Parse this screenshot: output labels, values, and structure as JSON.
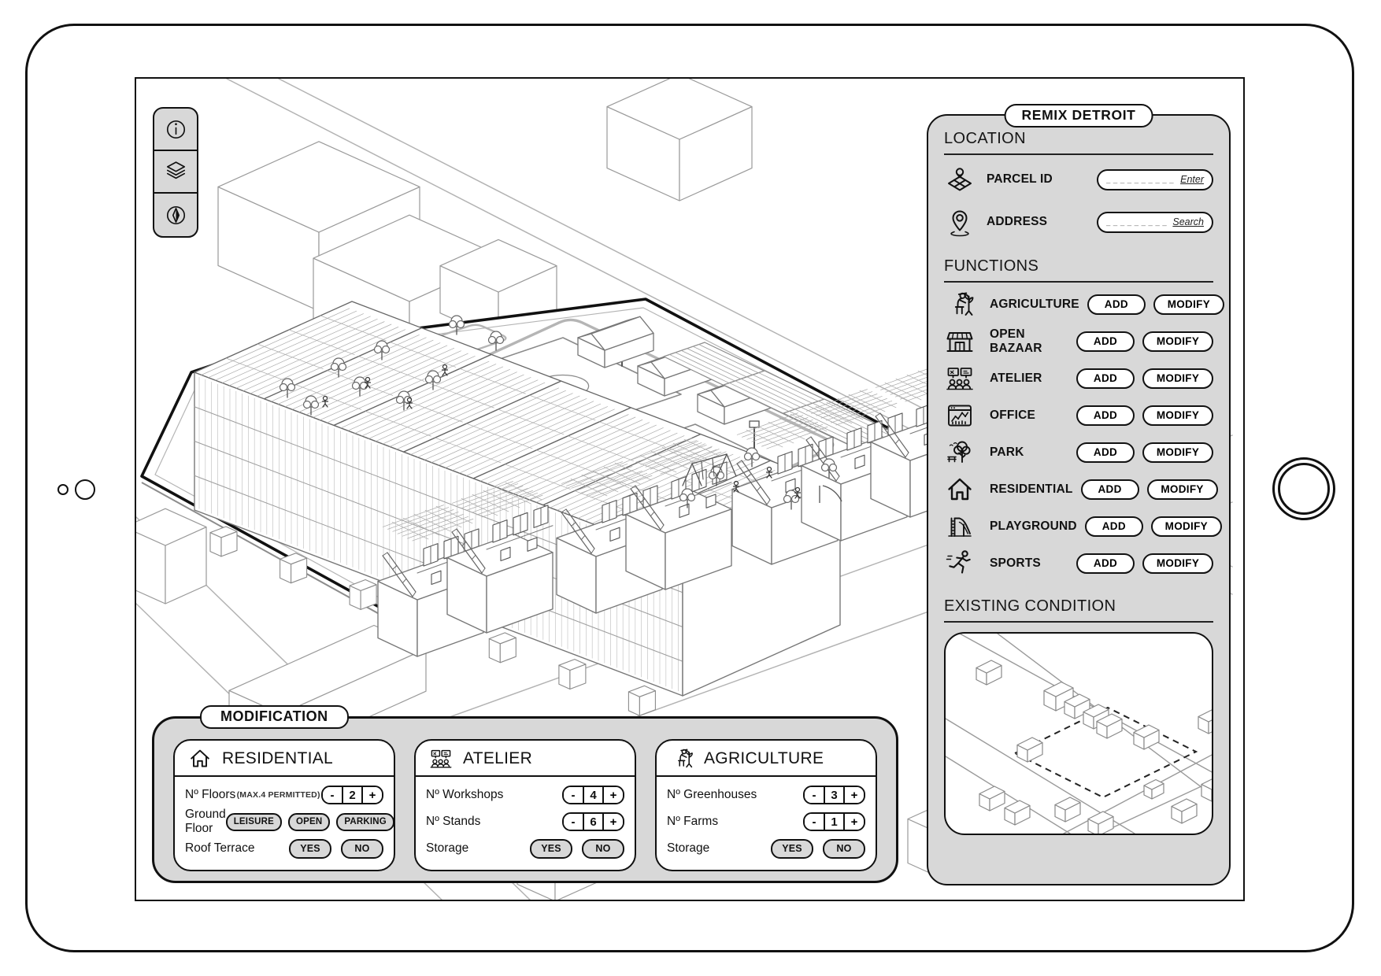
{
  "ui": {
    "minus": "-",
    "plus": "+"
  },
  "panel": {
    "title": "REMIX DETROIT",
    "location": {
      "heading": "LOCATION",
      "rows": [
        {
          "label": "PARCEL ID",
          "dashes": "_ _ _ _ _ _ _ _ _ _",
          "action": "Enter"
        },
        {
          "label": "ADDRESS",
          "dashes": "_ _ _ _ _ _ _ _ _",
          "action": "Search"
        }
      ]
    },
    "functions": {
      "heading": "FUNCTIONS",
      "add_label": "ADD",
      "modify_label": "MODIFY",
      "rows": [
        {
          "label": "AGRICULTURE"
        },
        {
          "label": "OPEN BAZAAR"
        },
        {
          "label": "ATELIER"
        },
        {
          "label": "OFFICE"
        },
        {
          "label": "PARK"
        },
        {
          "label": "RESIDENTIAL"
        },
        {
          "label": "PLAYGROUND"
        },
        {
          "label": "SPORTS"
        }
      ]
    },
    "existing": {
      "heading": "EXISTING CONDITION"
    }
  },
  "modification": {
    "title": "MODIFICATION",
    "cards": [
      {
        "title": "RESIDENTIAL",
        "rows": [
          {
            "label": "Nº Floors",
            "note": "(MAX.4 PERMITTED)",
            "value": "2"
          },
          {
            "label": "Ground Floor",
            "options": [
              "LEISURE",
              "OPEN",
              "PARKING"
            ]
          },
          {
            "label": "Roof Terrace",
            "yes": "YES",
            "no": "NO"
          }
        ]
      },
      {
        "title": "ATELIER",
        "rows": [
          {
            "label": "Nº Workshops",
            "value": "4"
          },
          {
            "label": "Nº Stands",
            "value": "6"
          },
          {
            "label": "Storage",
            "yes": "YES",
            "no": "NO"
          }
        ]
      },
      {
        "title": "AGRICULTURE",
        "rows": [
          {
            "label": "Nº Greenhouses",
            "value": "3"
          },
          {
            "label": "Nº Farms",
            "value": "1"
          },
          {
            "label": "Storage",
            "yes": "YES",
            "no": "NO"
          }
        ]
      }
    ]
  },
  "colors": {
    "panel_bg": "#d8d8d8",
    "line": "#111111",
    "white": "#ffffff"
  }
}
